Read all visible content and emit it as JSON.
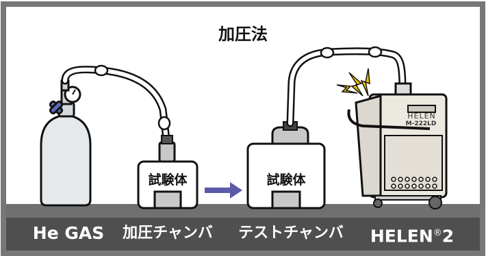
{
  "title": "加圧法",
  "test_piece_label": "試験体",
  "machine": {
    "brand": "HELEN",
    "model": "M-222LD"
  },
  "captions": {
    "he_gas": "He GAS",
    "pressure_chamber": "加圧チャンバ",
    "test_chamber": "テストチャンバ",
    "helen_brand": "HELEN",
    "helen_registered": "®",
    "helen_number": "2"
  },
  "colors": {
    "outline": "#111111",
    "frame": "#777777",
    "ground": "#707070",
    "footer": "#4f4f4f",
    "arrow": "#5a5aa8",
    "spark": "#f2c400",
    "cylinder": "#e6e9ec",
    "machine": "#ece9e1",
    "gauge_valve": "#5a6ab8"
  }
}
